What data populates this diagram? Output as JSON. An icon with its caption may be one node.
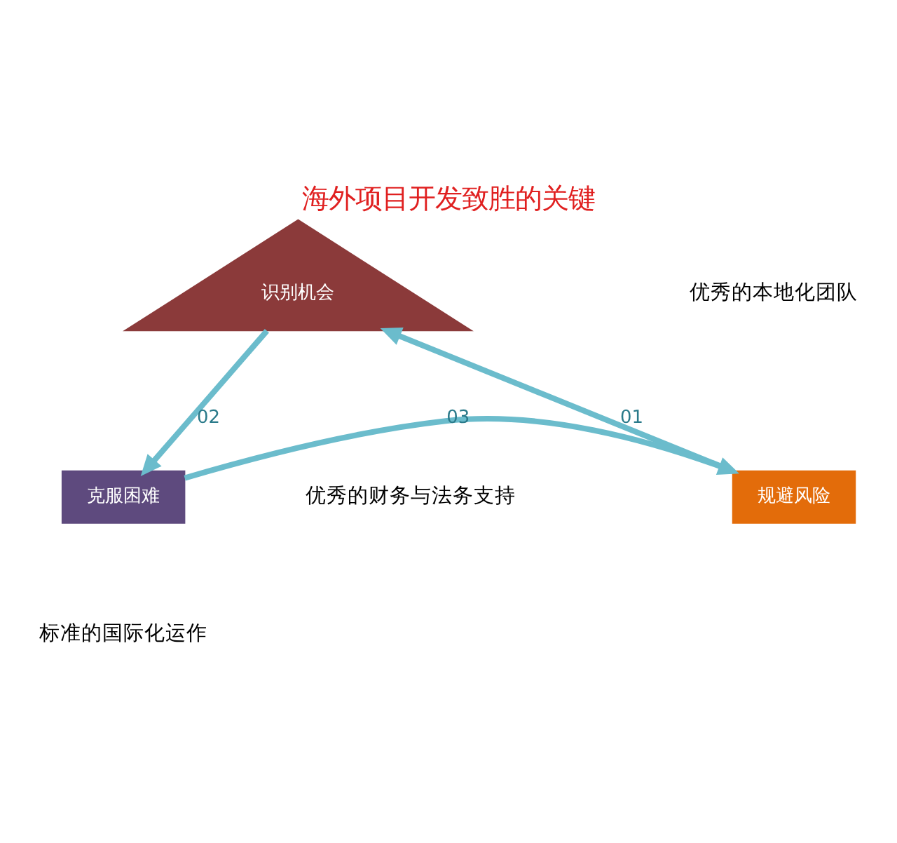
{
  "diagram": {
    "title": "海外项目开发致胜的关键",
    "nodes": [
      {
        "text": [
          "识别机会"
        ]
      },
      {
        "text": [
          "规避风险"
        ]
      },
      {
        "text": [
          "克服困难"
        ]
      }
    ],
    "edges": [
      {
        "from": 1,
        "to": 0,
        "arrow": "to",
        "label": "01"
      },
      {
        "from": 0,
        "to": 2,
        "arrow": "to",
        "label": "02"
      },
      {
        "from": 2,
        "to": 1,
        "arrow": "to",
        "label": "03"
      }
    ],
    "labels": [
      "优秀的本地化团队",
      "优秀的财务与法务支持",
      "标准的国际化运作"
    ]
  }
}
